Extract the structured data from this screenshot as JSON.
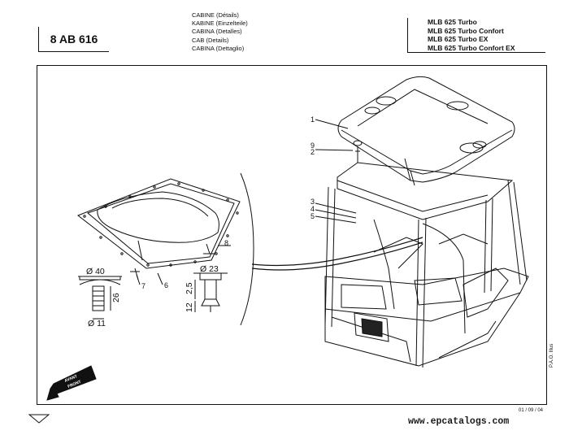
{
  "header": {
    "reference": "8 AB 616",
    "titles": [
      "CABINE (Détails)",
      "KABINE (Einzelteile)",
      "CABINA (Detalles)",
      "CAB (Details)",
      "CABINA (Dettaglio)"
    ],
    "models": [
      "MLB 625 Turbo",
      "MLB 625 Turbo Confort",
      "MLB 625 Turbo EX",
      "MLB 625 Turbo Confort EX"
    ]
  },
  "callouts": {
    "c1": "1",
    "c2": "2",
    "c3": "3",
    "c4": "4",
    "c5": "5",
    "c6": "6",
    "c7": "7",
    "c8": "8",
    "c9": "9"
  },
  "dimensions": {
    "d40": "Ø 40",
    "d26": "26",
    "d11": "Ø 11",
    "d23": "Ø 23",
    "d25": "2,5",
    "d12": "12"
  },
  "arrow_stamp": [
    "AVANT",
    "FRONT"
  ],
  "footer": {
    "date": "01 / 09 / 04",
    "vertical_note": "P.A.O. Illus",
    "website": "www.epcatalogs.com"
  }
}
